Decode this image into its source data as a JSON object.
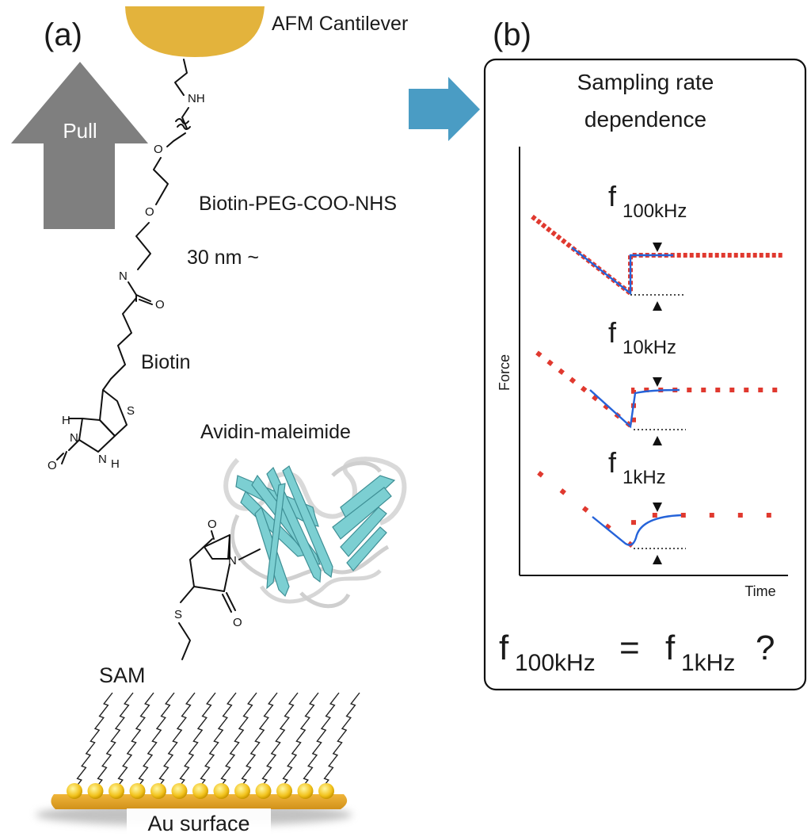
{
  "panel_a": {
    "label": "(a)",
    "cantilever_label": "AFM Cantilever",
    "pull_label": "Pull",
    "linker_label": "Biotin-PEG-COO-NHS",
    "length_label": "30 nm ~",
    "biotin_label": "Biotin",
    "avidin_label": "Avidin-maleimide",
    "sam_label": "SAM",
    "surface_label": "Au surface",
    "atoms": {
      "nh": "NH",
      "o": "O",
      "n": "N",
      "s": "S",
      "h": "H"
    },
    "colors": {
      "gold": "#e3b33c",
      "arrow_gray": "#7f7f7f",
      "protein": "#7ccfd2"
    }
  },
  "panel_b": {
    "label": "(b)",
    "title_line1": "Sampling rate",
    "title_line2": "dependence",
    "ylabel": "Force",
    "xlabel": "Time",
    "traces": [
      {
        "f": "f",
        "sub": "100kHz"
      },
      {
        "f": "f",
        "sub": "10kHz"
      },
      {
        "f": "f",
        "sub": "1kHz"
      }
    ],
    "equation": {
      "lhs_f": "f",
      "lhs_sub": "100kHz",
      "eq": "=",
      "rhs_f": "f",
      "rhs_sub": "1kHz",
      "q": "?"
    },
    "colors": {
      "samples": "#e0392f",
      "fit": "#2563d9",
      "arrow_blue": "#4a9cc4"
    }
  }
}
